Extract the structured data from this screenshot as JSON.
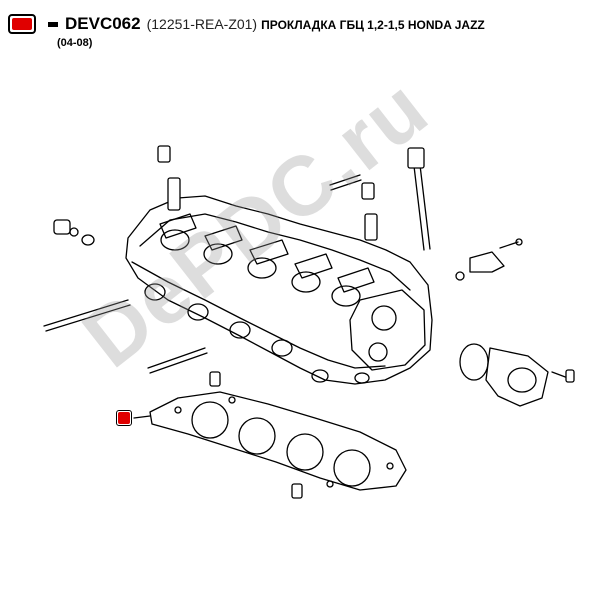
{
  "header": {
    "code": "DEVC062",
    "part_number": "(12251-REA-Z01)",
    "description": "ПРОКЛАДКА ГБЦ 1,2-1,5 HONDA JAZZ",
    "years": "(04-08)"
  },
  "watermark": {
    "text": "DePDC.ru"
  },
  "colors": {
    "marker": "#e00000",
    "line": "#000000",
    "watermark": "#9a9a9a"
  },
  "icons": {
    "header_marker": "red-square-icon",
    "callout_marker": "red-square-icon"
  }
}
